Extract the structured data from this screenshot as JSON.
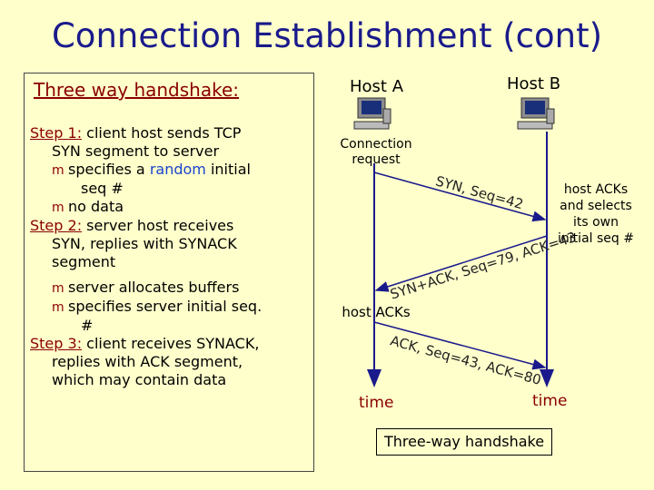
{
  "title": "Connection Establishment (cont)",
  "left": {
    "heading": "Three way handshake:",
    "step1_label": "Step 1:",
    "step1_a": " client host sends TCP",
    "step1_b": "SYN segment to server",
    "bullet_glyph": "m",
    "step1_bullet1_a": "specifies a ",
    "step1_bullet1_random": "random",
    "step1_bullet1_b": " initial",
    "step1_bullet1_c": "seq #",
    "step1_bullet2": "no data",
    "step2_label": "Step 2:",
    "step2_a": " server host receives",
    "step2_b": "SYN, replies with SYNACK",
    "step2_c": "segment",
    "step2_bullet1": "server allocates buffers",
    "step2_bullet2_a": "specifies server initial seq.",
    "step2_bullet2_b": "#",
    "step3_label": "Step 3:",
    "step3_a": " client receives SYNACK,",
    "step3_b": "replies with ACK segment,",
    "step3_c": "which may contain data"
  },
  "diagram": {
    "host_a": "Host A",
    "host_b": "Host B",
    "connection_request_1": "Connection",
    "connection_request_2": "request",
    "msg1": "SYN, Seq=42",
    "msg2": "SYN+ACK, Seq=79, ACK=43",
    "host_acks_right_1": "host ACKs",
    "host_acks_right_2": "and selects",
    "host_acks_right_3": "its own",
    "host_acks_right_4": "initial seq #",
    "host_acks_left": "host ACKs",
    "msg3": "ACK, Seq=43, ACK=80",
    "time_a": "time",
    "time_b": "time",
    "caption": "Three-way handshake",
    "line_color": "#1a1a8c",
    "accent_red": "#8b0000"
  }
}
